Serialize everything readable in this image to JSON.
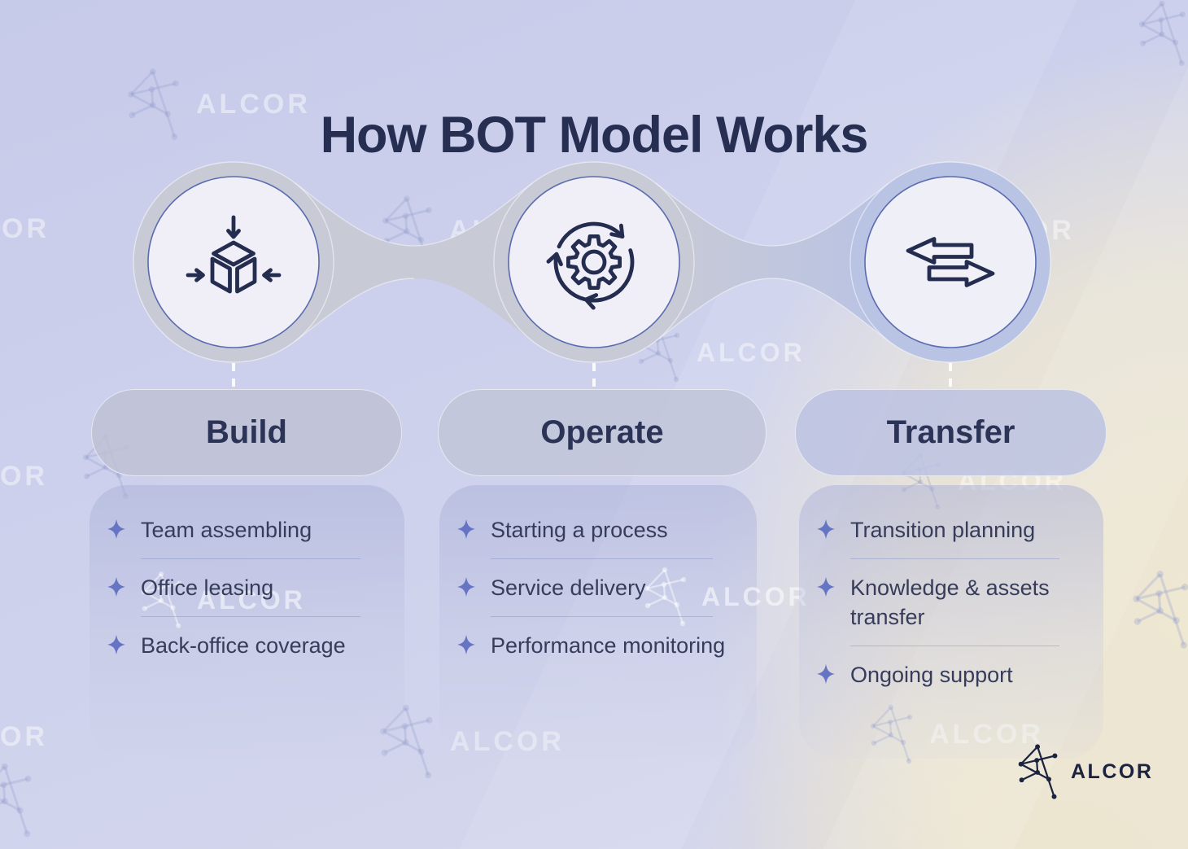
{
  "title": "How BOT Model Works",
  "stages": [
    {
      "label": "Build",
      "icon": "cube-assembly-icon",
      "items": [
        "Team assembling",
        "Office leasing",
        "Back-office coverage"
      ]
    },
    {
      "label": "Operate",
      "icon": "gear-rotation-icon",
      "items": [
        "Starting a process",
        "Service delivery",
        "Performance monitoring"
      ]
    },
    {
      "label": "Transfer",
      "icon": "swap-arrows-icon",
      "items": [
        "Transition planning",
        "Knowledge & assets transfer",
        "Ongoing support"
      ]
    }
  ],
  "bullet_icon": "sparkle-icon",
  "logo": {
    "text": "ALCOR",
    "icon": "constellation-icon"
  },
  "watermark": {
    "text": "ALCOR",
    "partial_text": "OR"
  },
  "colors": {
    "title_text": "#262f52",
    "body_text": "#363c5a",
    "icon_stroke": "#242d50",
    "bullet_accent": "#6674c4",
    "ring_gray": "#c8cad5",
    "ring_lavender": "#b9c3e4",
    "circle_fill": "#f2f1f8",
    "circle_border": "#5b6bb0",
    "bg_lavender": "#c7cbea",
    "bg_cream": "#eee7d1"
  }
}
